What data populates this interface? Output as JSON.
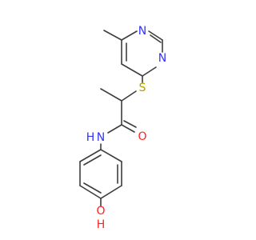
{
  "molecule": {
    "atoms": {
      "n_ring_top": {
        "label": "N",
        "color": "#3333ff"
      },
      "n_ring_right": {
        "label": "N",
        "color": "#3333ff"
      },
      "s_thioether": {
        "label": "S",
        "color": "#b2a000"
      },
      "n_amide": {
        "label": "N",
        "color": "#3333ff"
      },
      "h_amide": {
        "label": "H",
        "color": "#3333ff"
      },
      "o_carbonyl": {
        "label": "O",
        "color": "#ff2020"
      },
      "o_hydroxyl": {
        "label": "O",
        "color": "#ff2020"
      },
      "h_hydroxyl": {
        "label": "H",
        "color": "#ff2020"
      }
    },
    "bond_color": "#3d3d3d"
  }
}
